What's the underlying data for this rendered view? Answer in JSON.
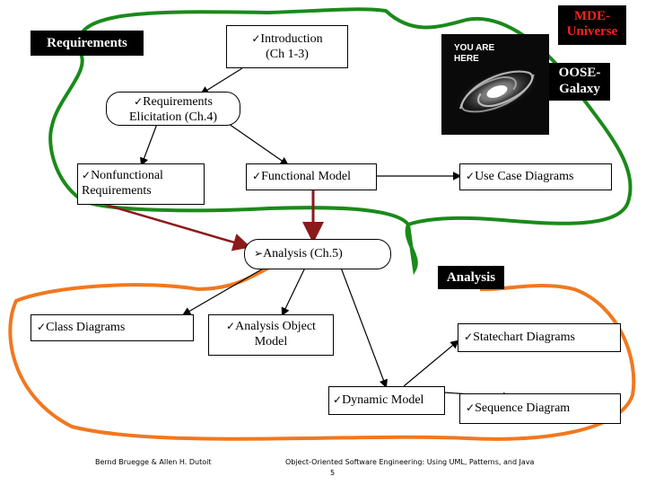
{
  "check_mark": "✓",
  "arrow_mark": "➢",
  "nodes": {
    "requirements_tag": "Requirements",
    "introduction": {
      "line1": "Introduction",
      "line2": "(Ch 1-3)"
    },
    "requirements_elicitation": {
      "line1": "Requirements",
      "line2": "Elicitation (Ch.4)"
    },
    "nonfunctional": {
      "line1": "Nonfunctional",
      "line2": "Requirements"
    },
    "functional_model": "Functional  Model",
    "use_case_diagrams": "Use Case Diagrams",
    "analysis_ch5": "Analysis (Ch.5)",
    "analysis_tag": "Analysis",
    "class_diagrams": "Class Diagrams",
    "analysis_object_model": {
      "line1": "Analysis Object",
      "line2": "Model"
    },
    "statechart_diagrams": "Statechart Diagrams",
    "dynamic_model": "Dynamic Model",
    "sequence_diagram": "Sequence Diagram"
  },
  "galaxy_label": {
    "line1": "YOU ARE",
    "line2": "HERE"
  },
  "mde_label": {
    "line1": "MDE-",
    "line2": "Universe"
  },
  "oose_label": {
    "line1": "OOSE-",
    "line2": "Galaxy"
  },
  "footer": {
    "authors": "Bernd Bruegge & Allen H. Dutoit",
    "book": "Object-Oriented Software Engineering: Using UML, Patterns, and Java",
    "page": "5"
  },
  "colors": {
    "requirements_outline": "#1a8a1a",
    "analysis_outline": "#f07820",
    "arrow_dark_red": "#8b1a1a",
    "mde_text": "#ff2020"
  }
}
